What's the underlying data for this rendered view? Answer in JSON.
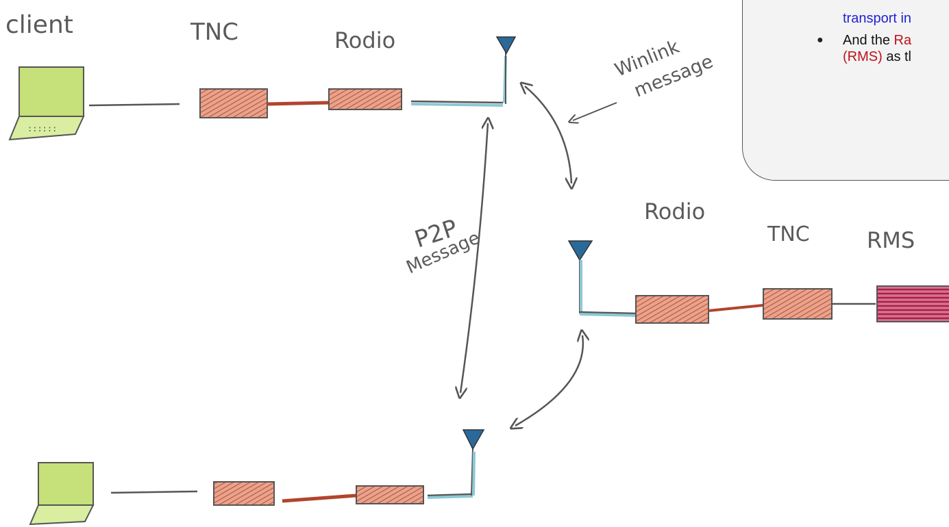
{
  "labels": {
    "client": "client",
    "tnc_top": "TNC",
    "radio_top": "Rodio",
    "winlink_line1": "Winlink",
    "winlink_line2": "message",
    "p2p_line1": "P2P",
    "p2p_line2": "Message",
    "radio_right": "Rodio",
    "tnc_right": "TNC",
    "rms": "RMS"
  },
  "callout": {
    "line_transport": "transport in",
    "line_and_prefix": "And the ",
    "line_and_red": "Ra",
    "line_rms_red": "(RMS)",
    "line_rms_suffix": " as tl"
  },
  "colors": {
    "laptop_screen": "#c6e07a",
    "box_red": "#d0725a",
    "rms_box": "#c9446e",
    "antenna_blue": "#2a6a9a",
    "feedline_blue": "#8cc7d6",
    "pencil": "#555555"
  }
}
